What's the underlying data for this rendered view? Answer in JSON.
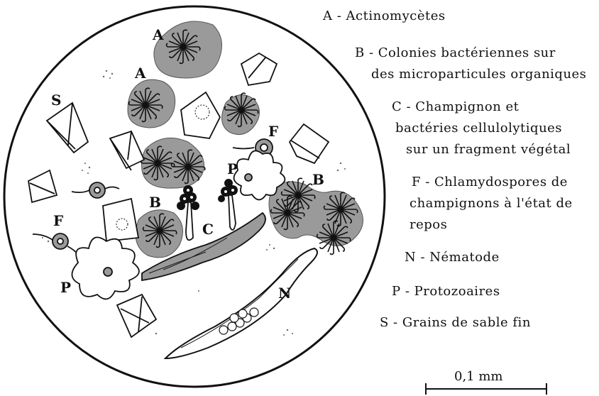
{
  "figure_labels": {
    "A": "A",
    "B": "B",
    "C": "C",
    "F": "F",
    "N": "N",
    "P": "P",
    "S": "S"
  },
  "legend": [
    {
      "key": "A",
      "text": "A - Actinomycètes"
    },
    {
      "key": "B",
      "text": "B - Colonies bactériennes sur"
    },
    {
      "key": "B2",
      "text": "des microparticules organiques"
    },
    {
      "key": "C",
      "text": "C - Champignon et"
    },
    {
      "key": "C2",
      "text": "bactéries cellulolytiques"
    },
    {
      "key": "C3",
      "text": "sur un fragment végétal"
    },
    {
      "key": "F",
      "text": "F - Chlamydospores de"
    },
    {
      "key": "F2",
      "text": "champignons à l'état de"
    },
    {
      "key": "F3",
      "text": "repos"
    },
    {
      "key": "N",
      "text": "N - Nématode"
    },
    {
      "key": "P",
      "text": "P - Protozoaires"
    },
    {
      "key": "S",
      "text": "S - Grains de sable fin"
    }
  ],
  "scale_bar": {
    "label": "0,1 mm"
  },
  "colors": {
    "ink": "#111111",
    "colony_fill": "#9a9a9a",
    "background": "#ffffff"
  }
}
